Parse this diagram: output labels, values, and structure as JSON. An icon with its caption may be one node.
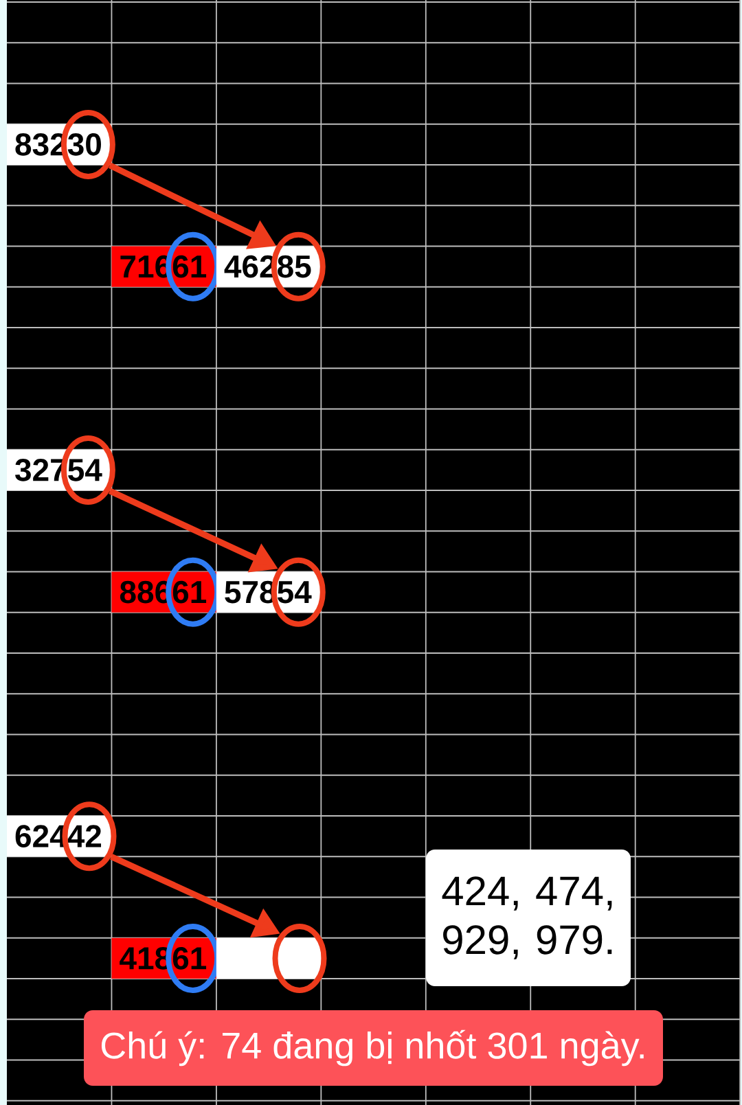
{
  "diagram": {
    "nodes": [
      {
        "text": [
          "83230"
        ]
      },
      {
        "text": [],
        "shape": "ellipse"
      },
      {
        "text": [
          "71661"
        ]
      },
      {
        "text": [],
        "shape": "ellipse"
      },
      {
        "text": [
          "46285"
        ]
      },
      {
        "text": [],
        "shape": "ellipse"
      },
      {
        "text": [
          "32754"
        ]
      },
      {
        "text": [],
        "shape": "ellipse"
      },
      {
        "text": [
          "88661"
        ]
      },
      {
        "text": [],
        "shape": "ellipse"
      },
      {
        "text": [
          "57854"
        ]
      },
      {
        "text": [],
        "shape": "ellipse"
      },
      {
        "text": [
          "62442"
        ]
      },
      {
        "text": [],
        "shape": "ellipse"
      },
      {
        "text": [
          "41861"
        ]
      },
      {
        "text": [],
        "shape": "ellipse"
      },
      {
        "text": [],
        "shape": "box"
      },
      {
        "text": [],
        "shape": "ellipse"
      },
      {
        "text": [
          "424, 474, 929, 979."
        ]
      },
      {
        "text": [
          "Chú ý: 74 đang bị nhốt 301 ngày."
        ]
      }
    ],
    "edges": [
      {
        "from": 1,
        "to": 5,
        "arrow": "to"
      },
      {
        "from": 7,
        "to": 11,
        "arrow": "to"
      },
      {
        "from": 13,
        "to": 17,
        "arrow": "to"
      }
    ]
  }
}
